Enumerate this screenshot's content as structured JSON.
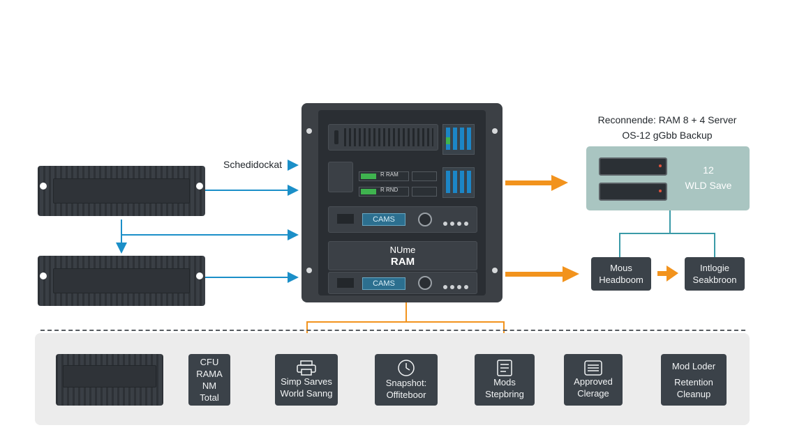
{
  "labels": {
    "scheduler": "Schedidockat",
    "top_title_line1": "Reconnende: RAM 8 + 4 Server",
    "top_title_line2": "OS-12 gGbb Backup",
    "panel_top_line1": "12",
    "panel_top_line2": "WLD Save"
  },
  "rack": {
    "bay1_label": "R RAM",
    "bay2_label": "R RND",
    "chip1": "CAMS",
    "center_line1": "NUme",
    "center_line2": "RAM",
    "chip2": "CAMS"
  },
  "right_boxes": [
    {
      "line1": "Mous",
      "line2": "Headboom"
    },
    {
      "line1": "Intlogie",
      "line2": "Seakbroon"
    }
  ],
  "bottom_steps": [
    {
      "lines": [
        "CFU",
        "RAMA",
        "NM",
        "Total"
      ]
    },
    {
      "lines": [
        "Simp Sarves",
        "World Sanng"
      ],
      "icon": "printer-icon"
    },
    {
      "lines": [
        "Snapshot:",
        "Offiteboor"
      ],
      "icon": "clock-icon"
    },
    {
      "lines": [
        "Mods",
        "Stepbring"
      ],
      "icon": "document-icon"
    },
    {
      "lines": [
        "Approved",
        "Clerage"
      ],
      "icon": "list-icon"
    },
    {
      "lines": [
        "Mod Loder",
        "Retention",
        "Cleanup"
      ]
    }
  ],
  "colors": {
    "accent_orange": "#f2931d",
    "accent_blue": "#1b8fc8",
    "dark_box": "#3b4249",
    "panel_teal": "#a9c5c1",
    "led_green": "#3fb34f",
    "led_blue": "#1c86c6"
  }
}
